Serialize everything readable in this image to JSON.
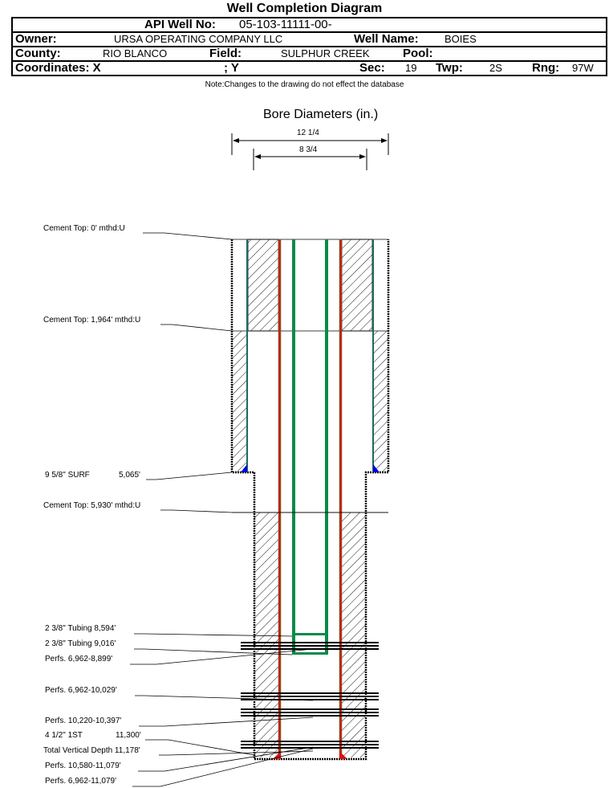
{
  "header": {
    "title": "Well Completion Diagram",
    "api_label": "API Well No:",
    "api_value": "05-103-11111-00-",
    "owner_label": "Owner:",
    "owner_value": "URSA OPERATING COMPANY LLC",
    "well_name_label": "Well Name:",
    "well_name_value": "BOIES",
    "county_label": "County:",
    "county_value": "RIO BLANCO",
    "field_label": "Field:",
    "field_value": "SULPHUR CREEK",
    "pool_label": "Pool:",
    "pool_value": "",
    "coord_x_label": "Coordinates: X",
    "coord_y_label": "; Y",
    "sec_label": "Sec:",
    "sec_value": "19",
    "twp_label": "Twp:",
    "twp_value": "2S",
    "rng_label": "Rng:",
    "rng_value": "97W"
  },
  "note": "Note:Changes to the drawing do not effect the database",
  "bore": {
    "title": "Bore Diameters (in.)",
    "diameters": [
      "12 1/4",
      "8 3/4"
    ]
  },
  "callouts": [
    "Cement Top: 0' mthd:U",
    "Cement Top: 1,964' mthd:U",
    "9 5/8\" SURF",
    "5,065'",
    "Cement Top: 5,930' mthd:U",
    "2 3/8\" Tubing 8,594'",
    "2 3/8\" Tubing 9,016'",
    "Perfs. 6,962-8,899'",
    "Perfs. 6,962-10,029'",
    "Perfs. 10,220-10,397'",
    "4 1/2\" 1ST",
    "11,300'",
    "Total Vertical Depth 11,178'",
    "Perfs. 10,580-11,079'",
    "Perfs. 6,962-11,079'"
  ],
  "colors": {
    "surface_casing": "#1a6b5a",
    "production_casing": "#e01010",
    "tubing": "#0b8a4a",
    "shoe": "#0000dd",
    "perfs": "#000000"
  }
}
